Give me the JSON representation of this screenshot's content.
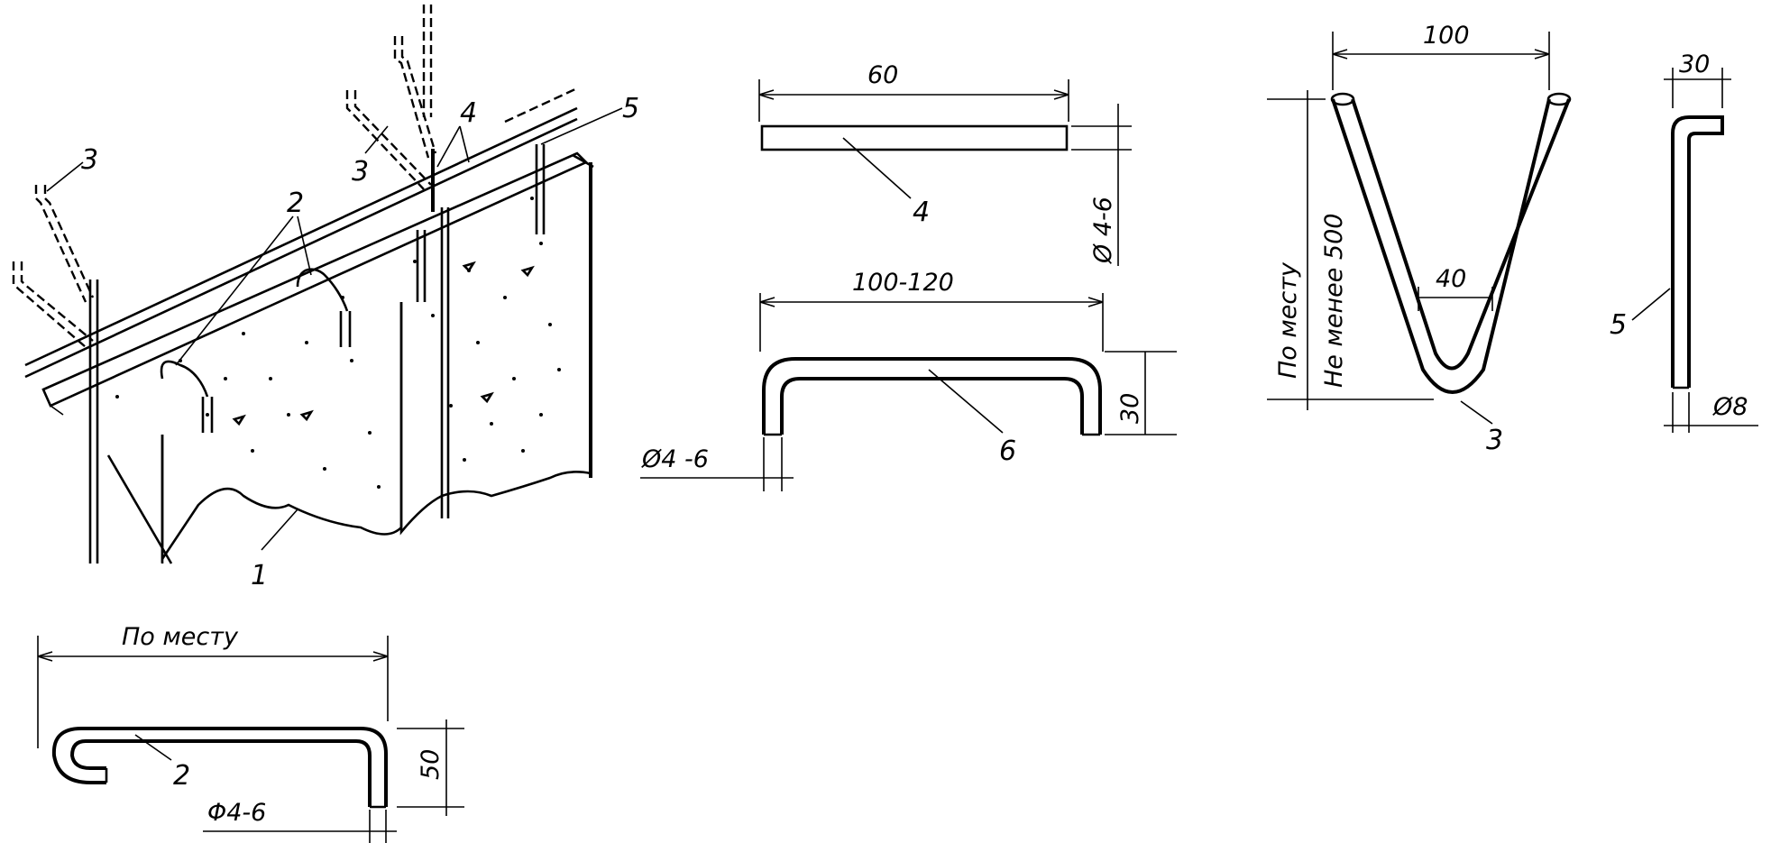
{
  "labels": {
    "item1": "1",
    "item2_iso": "2",
    "item3_iso_left": "3",
    "item3_iso_right": "3",
    "item4_iso": "4",
    "item5_iso": "5",
    "item4_detail": "4",
    "item6_detail": "6",
    "item3_detail": "3",
    "item5_detail": "5",
    "item2_detail": "2"
  },
  "dimensions": {
    "part4_length": "60",
    "part4_diameter": "Ø 4-6",
    "part6_length": "100-120",
    "part6_height": "30",
    "part6_diameter": "Ø4 -6",
    "part3_width": "100",
    "part3_inner": "40",
    "part3_height_line1": "По месту",
    "part3_height_line2": "Не менее 500",
    "part5_hook": "30",
    "part5_diameter": "Ø8",
    "part2_length": "По месту",
    "part2_height": "50",
    "part2_diameter": "Φ4-6"
  }
}
